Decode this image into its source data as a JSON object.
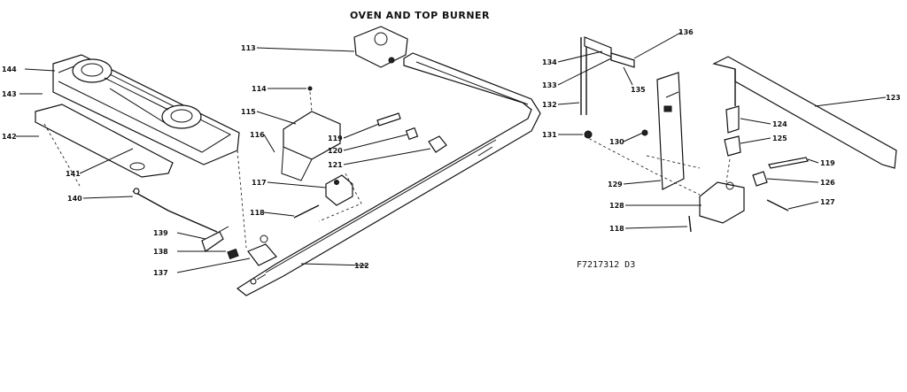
{
  "title": "OVEN AND TOP BURNER",
  "code": "F7217312  D3",
  "callouts": [
    "144",
    "143",
    "142",
    "141",
    "140",
    "139",
    "138",
    "137",
    "113",
    "114",
    "115",
    "116",
    "117",
    "118",
    "118",
    "119",
    "120",
    "121",
    "122",
    "134",
    "133",
    "132",
    "131",
    "130",
    "129",
    "128",
    "118",
    "136",
    "135",
    "123",
    "124",
    "125",
    "119",
    "126",
    "127"
  ]
}
